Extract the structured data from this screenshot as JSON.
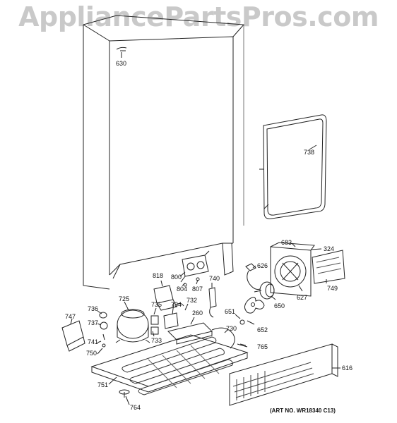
{
  "watermark": "AppliancePartsPros.com",
  "art_number": "(ART NO. WR18340 C13)",
  "part_labels": {
    "p630": "630",
    "p738": "738",
    "p683": "683",
    "p324": "324",
    "p626": "626",
    "p818": "818",
    "p800": "800",
    "p804": "804",
    "p807": "807",
    "p740": "740",
    "p627": "627",
    "p749": "749",
    "p650": "650",
    "p725": "725",
    "p736": "736",
    "p735": "735",
    "p734": "734",
    "p732": "732",
    "p260": "260",
    "p651": "651",
    "p652": "652",
    "p747": "747",
    "p737": "737",
    "p741": "741",
    "p733": "733",
    "p730": "730",
    "p765": "765",
    "p750": "750",
    "p616": "616",
    "p751": "751",
    "p764": "764"
  }
}
